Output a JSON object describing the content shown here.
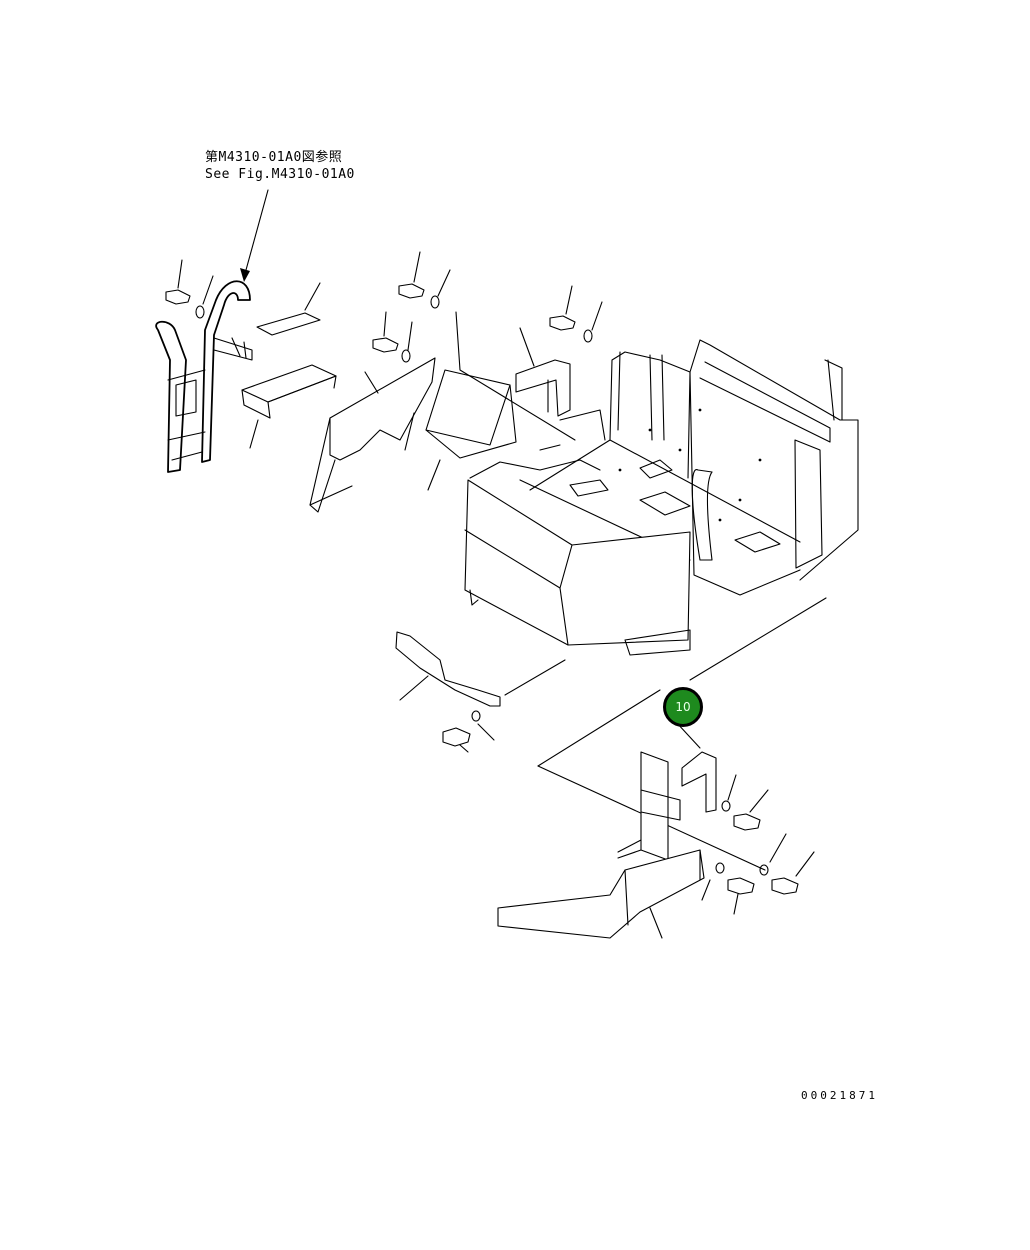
{
  "reference_note": {
    "line_jp": "第M4310-01A0図参照",
    "line_en": "See Fig.M4310-01A0"
  },
  "callout": {
    "label": "10",
    "color": "#1e8a1e"
  },
  "drawing_number": "00021871"
}
